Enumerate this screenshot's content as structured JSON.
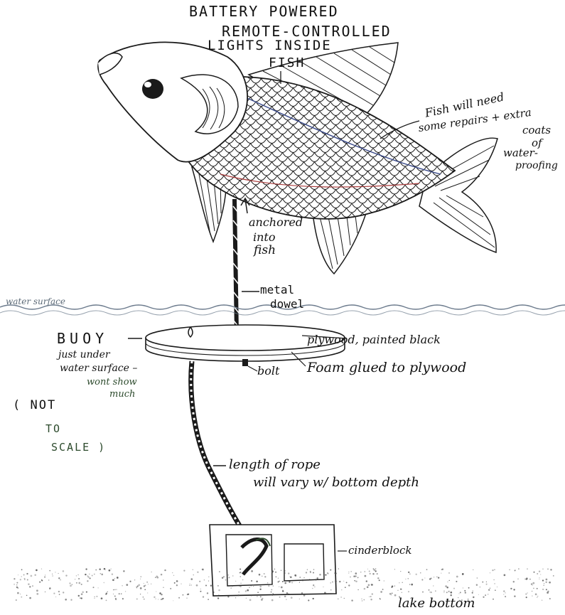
{
  "labels": {
    "title_line1": "BATTERY POWERED",
    "title_line2": "REMOTE-CONTROLLED",
    "title_line3": "LIGHTS INSIDE",
    "title_line4": "FISH",
    "repairs_line1": "Fish will need",
    "repairs_line2": "some repairs + extra",
    "repairs_line3": "coats",
    "repairs_line4": "of",
    "repairs_line5": "water-",
    "repairs_line6": "proofing",
    "anchored_line1": "anchored",
    "anchored_line2": "into",
    "anchored_line3": "fish",
    "dowel_line1": "metal",
    "dowel_line2": "dowel",
    "water_surface": "water surface",
    "buoy": "BUOY",
    "buoy_note1": "just under",
    "buoy_note2": "water surface –",
    "buoy_note3": "wont show",
    "buoy_note4": "much",
    "scale_line1": "( NOT",
    "scale_line2": "TO",
    "scale_line3": "SCALE )",
    "plywood": "plywood, painted black",
    "bolt": "bolt",
    "foam": "Foam glued to plywood",
    "rope_line1": "length of rope",
    "rope_line2": "will vary w/ bottom depth",
    "cinderblock": "cinderblock",
    "lake_bottom": "lake bottom"
  },
  "colors": {
    "ink": "#1a1a1a",
    "water_line": "#6b7a8c",
    "green_ink": "#2c4a2c",
    "seam_red": "#a83a3a",
    "seam_blue": "#3a4a8a"
  }
}
